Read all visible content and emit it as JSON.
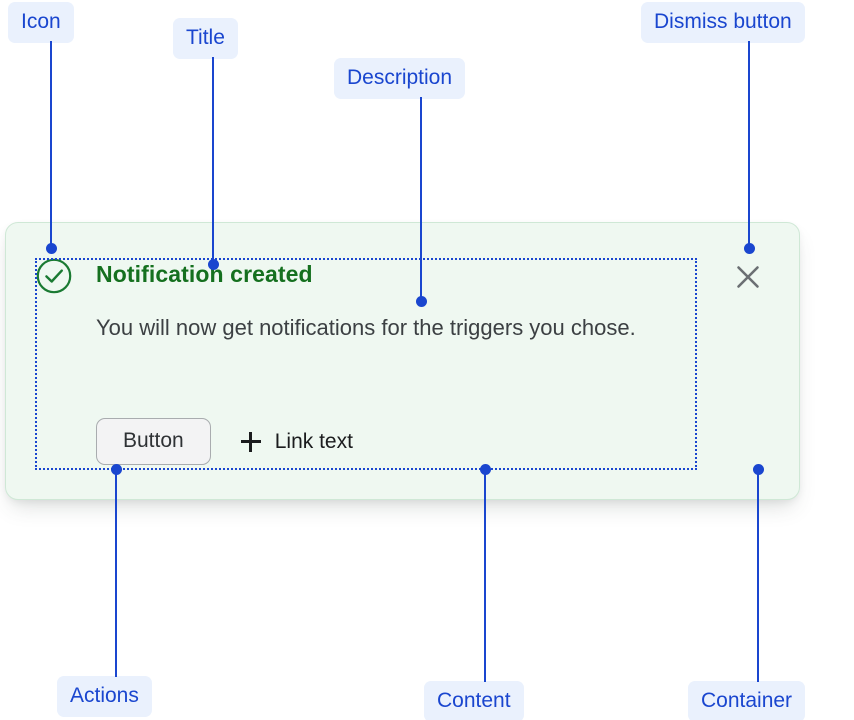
{
  "annotations": [
    {
      "id": "icon",
      "label": "Icon"
    },
    {
      "id": "title",
      "label": "Title"
    },
    {
      "id": "desc",
      "label": "Description"
    },
    {
      "id": "dismiss",
      "label": "Dismiss button"
    },
    {
      "id": "actions",
      "label": "Actions"
    },
    {
      "id": "content",
      "label": "Content"
    },
    {
      "id": "container",
      "label": "Container"
    }
  ],
  "notification": {
    "status_icon": "check-circle-icon",
    "title": "Notification created",
    "description": "You will now get notifications for the triggers you chose.",
    "primary_button": "Button",
    "link_icon": "plus-icon",
    "link_text": "Link text",
    "dismiss_icon": "close-icon"
  },
  "colors": {
    "annotation_chip_bg": "#eaf1fd",
    "annotation_text": "#1a46cf",
    "connector": "#1a46cf",
    "card_bg": "#eff8f1",
    "card_border": "#cfe8d6",
    "title_green": "#15701f",
    "icon_green": "#1a7a32",
    "description_gray": "#3c4043",
    "button_bg": "#f3f3f4",
    "button_border": "#a9acaf",
    "dismiss_gray": "#6b6f73"
  }
}
